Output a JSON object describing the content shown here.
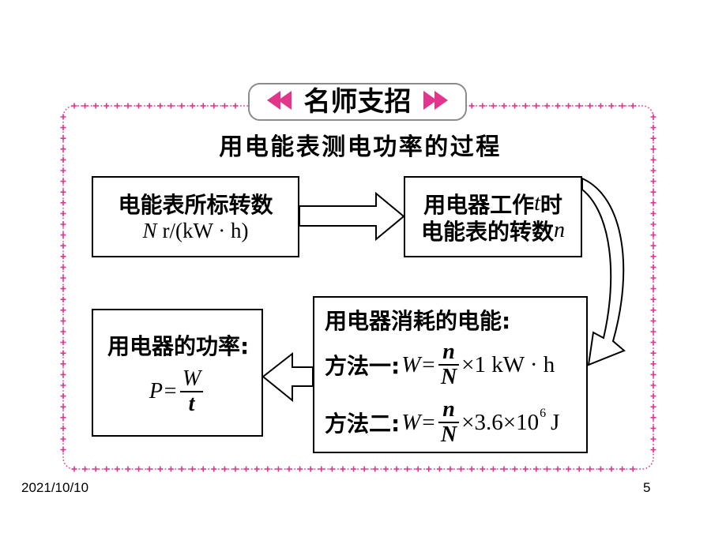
{
  "badge": {
    "title": "名师支招",
    "left_icon": "double-chevron-left-icon",
    "right_icon": "double-chevron-right-icon"
  },
  "subtitle": "用电能表测电功率的过程",
  "diagram": {
    "meter_box": {
      "label": "电能表所标转数",
      "var": "N",
      "unit": "r/(kW · h)"
    },
    "work_box": {
      "line1": "用电器工作",
      "time_var": "t",
      "line1_end": "时",
      "line2": "电能表的转数",
      "turns_var": "n"
    },
    "energy_box": {
      "heading": "用电器消耗的电能:",
      "method1": {
        "label": "方法一:",
        "lhs": "W=",
        "num": "n",
        "den": "N",
        "rhs": "×1 kW · h"
      },
      "method2": {
        "label": "方法二:",
        "lhs": "W=",
        "num": "n",
        "den": "N",
        "rhs": "×3.6×10",
        "exp": "6",
        "unit": "J"
      }
    },
    "power_box": {
      "heading": "用电器的功率:",
      "lhs": "P=",
      "num": "W",
      "den": "t"
    },
    "arrows": [
      "right-arrow-icon",
      "curved-down-arrow-icon",
      "left-arrow-icon"
    ]
  },
  "footer": {
    "date": "2021/10/10",
    "page": "5"
  },
  "colors": {
    "accent": "#e2358c",
    "badge_outline": "#8c8c8c",
    "ink": "#000000"
  }
}
